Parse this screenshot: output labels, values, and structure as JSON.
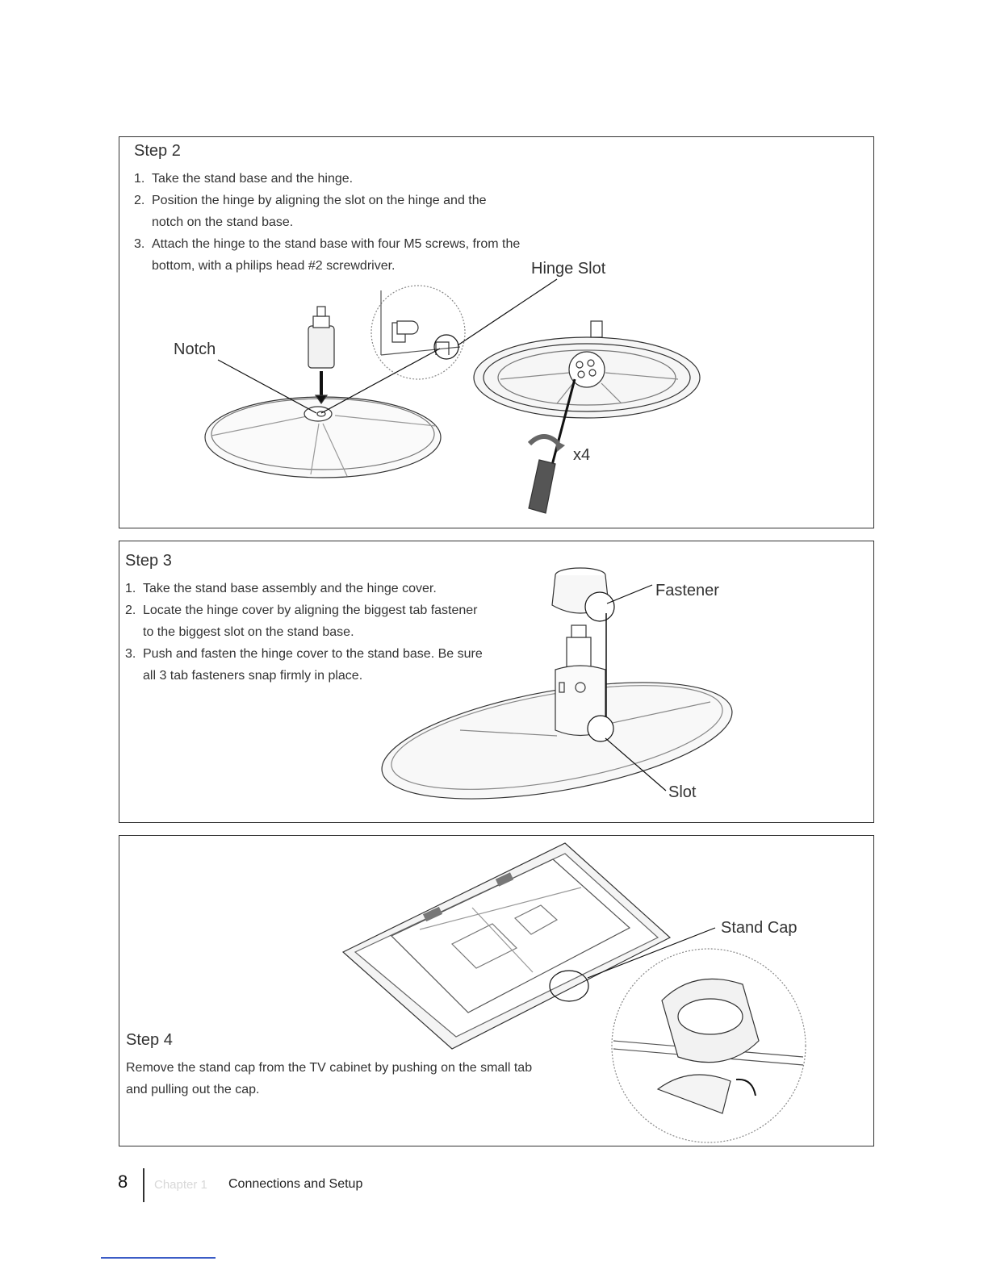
{
  "step2": {
    "title": "Step 2",
    "items": [
      {
        "num": "1.",
        "text": "Take the stand base and the hinge."
      },
      {
        "num": "2.",
        "text": "Position the hinge by aligning the slot on the hinge and the notch on the stand base."
      },
      {
        "num": "3.",
        "text": "Attach the hinge to the stand base with four M5 screws, from the bottom, with a philips head #2 screwdriver."
      }
    ],
    "callouts": {
      "hinge_slot": "Hinge Slot",
      "notch": "Notch",
      "x4": "x4"
    }
  },
  "step3": {
    "title": "Step 3",
    "items": [
      {
        "num": "1.",
        "text": "Take the stand base assembly and the hinge cover."
      },
      {
        "num": "2.",
        "text": "Locate the hinge cover by aligning the biggest tab fastener to the biggest slot on the stand base."
      },
      {
        "num": "3.",
        "text": "Push and fasten the hinge cover to the stand base. Be sure all 3 tab fasteners snap firmly in place."
      }
    ],
    "callouts": {
      "fastener": "Fastener",
      "slot": "Slot"
    }
  },
  "step4": {
    "title": "Step 4",
    "text": "Remove the stand cap from the TV cabinet by pushing on the small tab and pulling out the cap.",
    "callouts": {
      "stand_cap": "Stand Cap"
    }
  },
  "footer": {
    "page_number": "8",
    "chapter": "Chapter 1",
    "section": "Connections and Setup"
  }
}
